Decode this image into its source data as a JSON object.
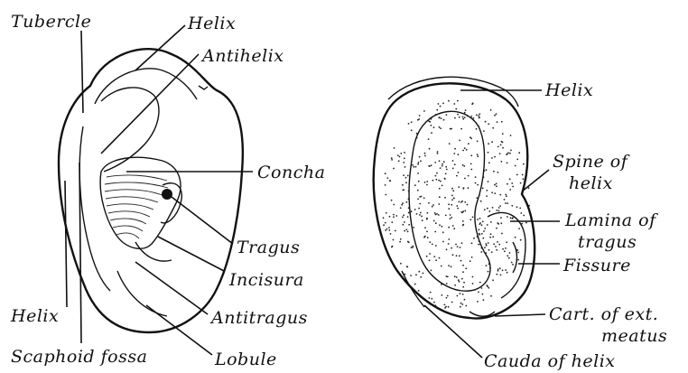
{
  "figure": {
    "left_labels": {
      "tubercle": "Tubercle",
      "helix_top": "Helix",
      "antihelix": "Antihelix",
      "concha": "Concha",
      "tragus": "Tragus",
      "incisura": "Incisura",
      "antitragus": "Antitragus",
      "helix_bottom": "Helix",
      "scaphoid_fossa": "Scaphoid fossa",
      "lobule": "Lobule"
    },
    "right_labels": {
      "helix": "Helix",
      "spine_line1": "Spine of",
      "spine_line2": "helix",
      "lamina_line1": "Lamina of",
      "lamina_line2": "tragus",
      "fissure": "Fissure",
      "cart_line1": "Cart. of ext.",
      "cart_line2": "meatus",
      "cauda": "Cauda of helix"
    },
    "colors": {
      "ink": "#111111",
      "paper": "#ffffff"
    }
  }
}
